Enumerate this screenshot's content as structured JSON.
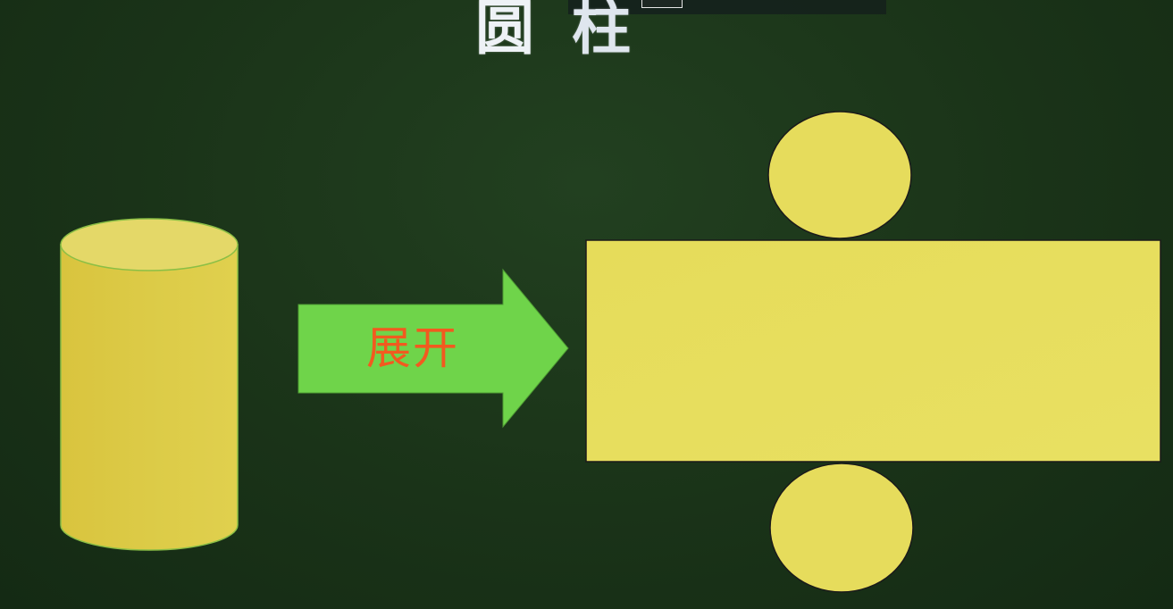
{
  "title": {
    "char1": "圆",
    "char2": "柱"
  },
  "arrow": {
    "label": "展开"
  },
  "colors": {
    "background": "#1a3318",
    "shape_fill": "#e6dc5c",
    "arrow_fill": "#6fd44a",
    "label_color": "#f25a1f",
    "title_color": "#eef2f6"
  },
  "shapes": [
    "cylinder",
    "unfold-arrow",
    "net-top-circle",
    "net-rectangle",
    "net-bottom-circle"
  ]
}
